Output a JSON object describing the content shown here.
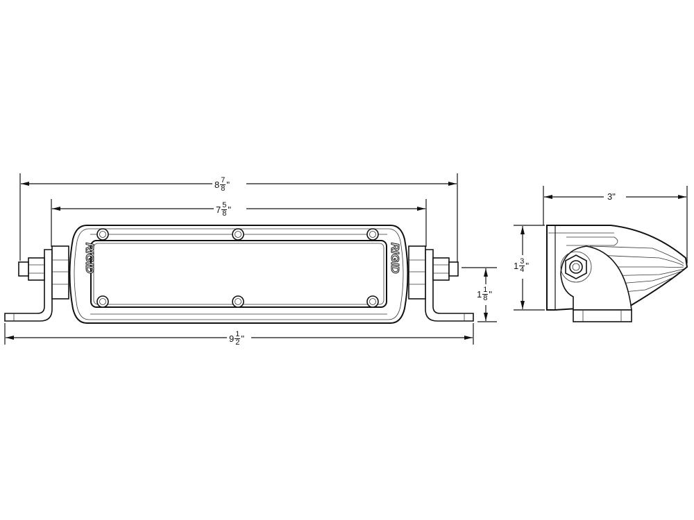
{
  "dimensions": {
    "overall_length": {
      "whole": "8",
      "num": "7",
      "den": "8",
      "unit": "\""
    },
    "body_length": {
      "whole": "7",
      "num": "5",
      "den": "8",
      "unit": "\""
    },
    "bracket_length": {
      "whole": "9",
      "num": "1",
      "den": "2",
      "unit": "\""
    },
    "mount_height": {
      "whole": "1",
      "num": "1",
      "den": "8",
      "unit": "\""
    },
    "side_depth": {
      "text": "3\""
    },
    "side_height": {
      "whole": "1",
      "num": "3",
      "den": "4",
      "unit": "\""
    }
  },
  "logo": {
    "text": "RIGID"
  },
  "colors": {
    "line": "#111111",
    "background": "#ffffff"
  }
}
